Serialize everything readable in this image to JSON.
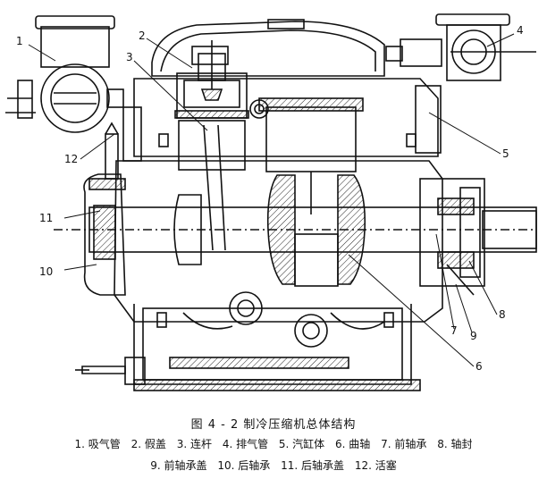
{
  "figure": {
    "caption": "图 4 - 2   制冷压缩机总体结构",
    "legend_row1": [
      "1. 吸气管",
      "2. 假盖",
      "3. 连杆",
      "4. 排气管",
      "5. 汽缸体",
      "6. 曲轴",
      "7. 前轴承",
      "8. 轴封"
    ],
    "legend_row2": [
      "9. 前轴承盖",
      "10. 后轴承",
      "11. 后轴承盖",
      "12. 活塞"
    ]
  },
  "callouts": [
    "1",
    "2",
    "3",
    "4",
    "5",
    "6",
    "7",
    "8",
    "9",
    "10",
    "11",
    "12"
  ]
}
